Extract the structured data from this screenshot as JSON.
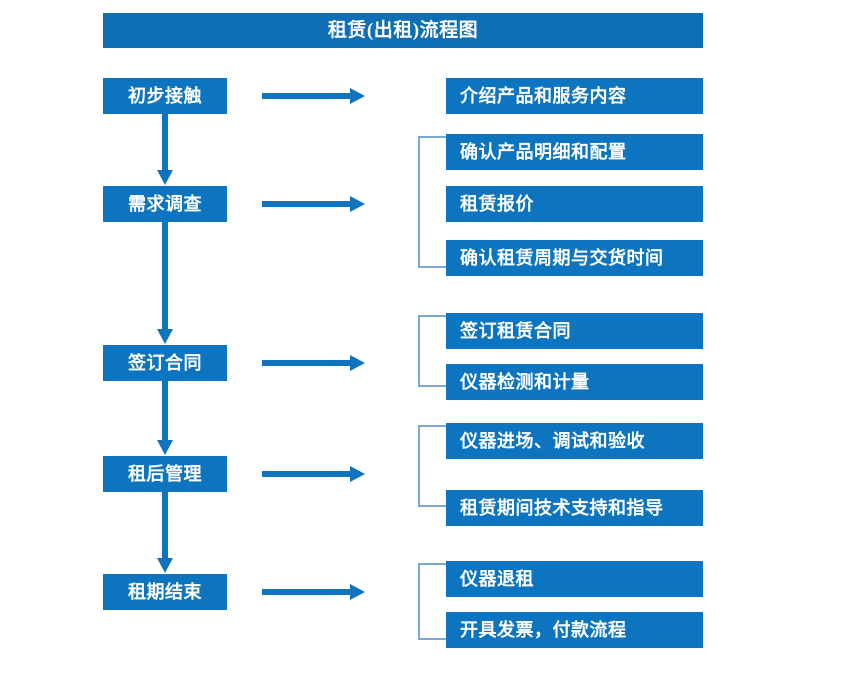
{
  "diagram": {
    "title": "租赁(出租)流程图",
    "colors": {
      "box_fill": "#0d75c0",
      "title_fill": "#0f6fb5",
      "arrow": "#1073bd",
      "bracket": "#7ba7d4",
      "text": "#ffffff"
    },
    "stages": [
      {
        "id": "stage-1",
        "label": "初步接触"
      },
      {
        "id": "stage-2",
        "label": "需求调查"
      },
      {
        "id": "stage-3",
        "label": "签订合同"
      },
      {
        "id": "stage-4",
        "label": "租后管理"
      },
      {
        "id": "stage-5",
        "label": "租期结束"
      }
    ],
    "detail_groups": [
      {
        "id": "group-1",
        "stage": "初步接触",
        "bracketed": false,
        "items": [
          {
            "id": "detail-1-1",
            "label": "介绍产品和服务内容"
          }
        ]
      },
      {
        "id": "group-2",
        "stage": "需求调查",
        "bracketed": true,
        "items": [
          {
            "id": "detail-2-1",
            "label": "确认产品明细和配置"
          },
          {
            "id": "detail-2-2",
            "label": "租赁报价"
          },
          {
            "id": "detail-2-3",
            "label": "确认租赁周期与交货时间"
          }
        ]
      },
      {
        "id": "group-3",
        "stage": "签订合同",
        "bracketed": true,
        "items": [
          {
            "id": "detail-3-1",
            "label": "签订租赁合同"
          },
          {
            "id": "detail-3-2",
            "label": "仪器检测和计量"
          }
        ]
      },
      {
        "id": "group-4",
        "stage": "租后管理",
        "bracketed": true,
        "items": [
          {
            "id": "detail-4-1",
            "label": "仪器进场、调试和验收"
          },
          {
            "id": "detail-4-2",
            "label": "租赁期间技术支持和指导"
          }
        ]
      },
      {
        "id": "group-5",
        "stage": "租期结束",
        "bracketed": true,
        "items": [
          {
            "id": "detail-5-1",
            "label": "仪器退租"
          },
          {
            "id": "detail-5-2",
            "label": "开具发票，付款流程"
          }
        ]
      }
    ]
  }
}
